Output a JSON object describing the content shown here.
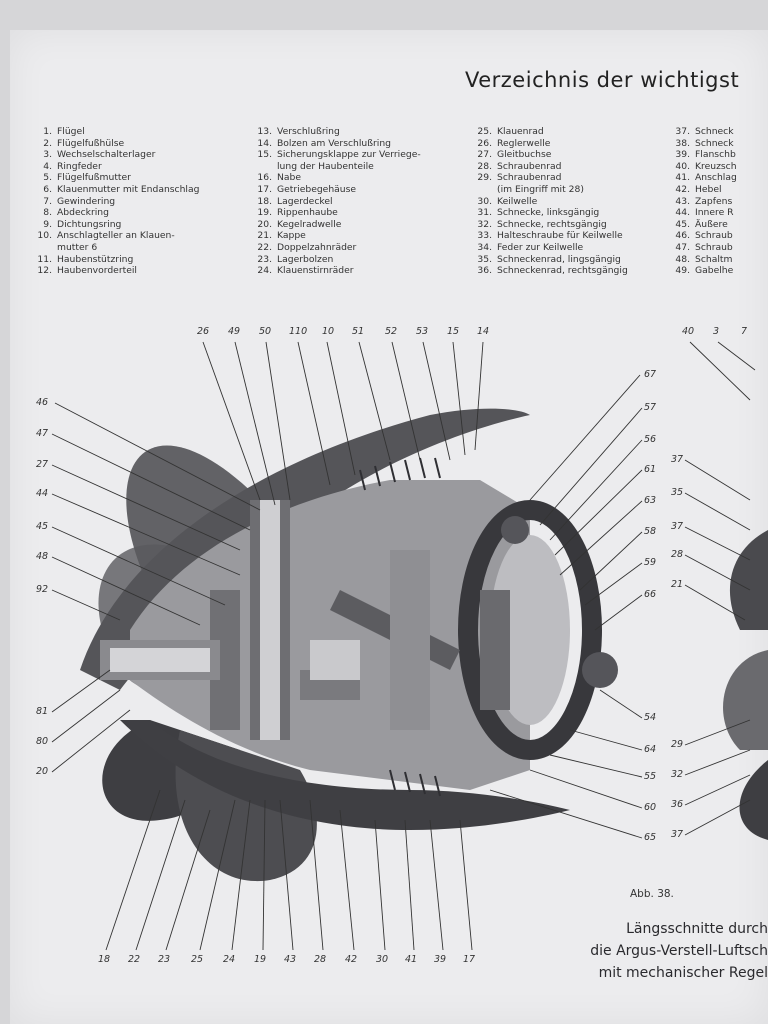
{
  "title": "Verzeichnis der wichtigst",
  "legend_columns": [
    [
      {
        "n": "1.",
        "t": "Flügel"
      },
      {
        "n": "2.",
        "t": "Flügelfußhülse"
      },
      {
        "n": "3.",
        "t": "Wechselschalterlager"
      },
      {
        "n": "4.",
        "t": "Ringfeder"
      },
      {
        "n": "5.",
        "t": "Flügelfußmutter"
      },
      {
        "n": "6.",
        "t": "Klauenmutter mit Endanschlag"
      },
      {
        "n": "7.",
        "t": "Gewindering"
      },
      {
        "n": "8.",
        "t": "Abdeckring"
      },
      {
        "n": "9.",
        "t": "Dichtungsring"
      },
      {
        "n": "10.",
        "t": "Anschlagteller an Klauen-"
      },
      {
        "n": "",
        "t": "mutter 6"
      },
      {
        "n": "11.",
        "t": "Haubenstützring"
      },
      {
        "n": "12.",
        "t": "Haubenvorderteil"
      }
    ],
    [
      {
        "n": "13.",
        "t": "Verschlußring"
      },
      {
        "n": "14.",
        "t": "Bolzen am Verschlußring"
      },
      {
        "n": "15.",
        "t": "Sicherungsklappe zur Verriege-"
      },
      {
        "n": "",
        "t": "lung der Haubenteile"
      },
      {
        "n": "16.",
        "t": "Nabe"
      },
      {
        "n": "17.",
        "t": "Getriebegehäuse"
      },
      {
        "n": "18.",
        "t": "Lagerdeckel"
      },
      {
        "n": "19.",
        "t": "Rippenhaube"
      },
      {
        "n": "20.",
        "t": "Kegelradwelle"
      },
      {
        "n": "21.",
        "t": "Kappe"
      },
      {
        "n": "22.",
        "t": "Doppelzahnräder"
      },
      {
        "n": "23.",
        "t": "Lagerbolzen"
      },
      {
        "n": "24.",
        "t": "Klauenstirnräder"
      }
    ],
    [
      {
        "n": "25.",
        "t": "Klauenrad"
      },
      {
        "n": "26.",
        "t": "Reglerwelle"
      },
      {
        "n": "27.",
        "t": "Gleitbuchse"
      },
      {
        "n": "28.",
        "t": "Schraubenrad"
      },
      {
        "n": "29.",
        "t": "Schraubenrad"
      },
      {
        "n": "",
        "t": "(im Eingriff mit 28)"
      },
      {
        "n": "30.",
        "t": "Keilwelle"
      },
      {
        "n": "31.",
        "t": "Schnecke, linksgängig"
      },
      {
        "n": "32.",
        "t": "Schnecke, rechtsgängig"
      },
      {
        "n": "33.",
        "t": "Halteschraube für Keilwelle"
      },
      {
        "n": "34.",
        "t": "Feder zur Keilwelle"
      },
      {
        "n": "35.",
        "t": "Schneckenrad, lingsgängig"
      },
      {
        "n": "36.",
        "t": "Schneckenrad, rechtsgängig"
      }
    ],
    [
      {
        "n": "37.",
        "t": "Schneck"
      },
      {
        "n": "38.",
        "t": "Schneck"
      },
      {
        "n": "39.",
        "t": "Flanschb"
      },
      {
        "n": "40.",
        "t": "Kreuzsch"
      },
      {
        "n": "41.",
        "t": "Anschlag"
      },
      {
        "n": "42.",
        "t": "Hebel"
      },
      {
        "n": "43.",
        "t": "Zapfens"
      },
      {
        "n": "44.",
        "t": "Innere R"
      },
      {
        "n": "45.",
        "t": "Äußere"
      },
      {
        "n": "46.",
        "t": "Schraub"
      },
      {
        "n": "47.",
        "t": "Schraub"
      },
      {
        "n": "48.",
        "t": "Schaltm"
      },
      {
        "n": "49.",
        "t": "Gabelhe"
      }
    ]
  ],
  "callouts_top": [
    "26",
    "49",
    "50",
    "110",
    "10",
    "51",
    "52",
    "53",
    "15",
    "14"
  ],
  "callouts_left": [
    "46",
    "47",
    "27",
    "44",
    "45",
    "48",
    "92",
    "81",
    "80",
    "20"
  ],
  "callouts_right": [
    "67",
    "57",
    "56",
    "61",
    "63",
    "58",
    "59",
    "66",
    "54",
    "64",
    "55",
    "60",
    "65"
  ],
  "callouts_bottom": [
    "18",
    "22",
    "23",
    "25",
    "24",
    "19",
    "43",
    "28",
    "42",
    "30",
    "41",
    "39",
    "17"
  ],
  "callouts_far_top": [
    "40",
    "3",
    "7"
  ],
  "callouts_far_right": [
    "37",
    "35",
    "37",
    "28",
    "21",
    "29",
    "32",
    "36",
    "37"
  ],
  "figure_label": "Abb. 38.",
  "caption_lines": [
    "Längsschnitte durch",
    "die Argus-Verstell-Luftsch",
    "mit mechanischer Regel"
  ]
}
